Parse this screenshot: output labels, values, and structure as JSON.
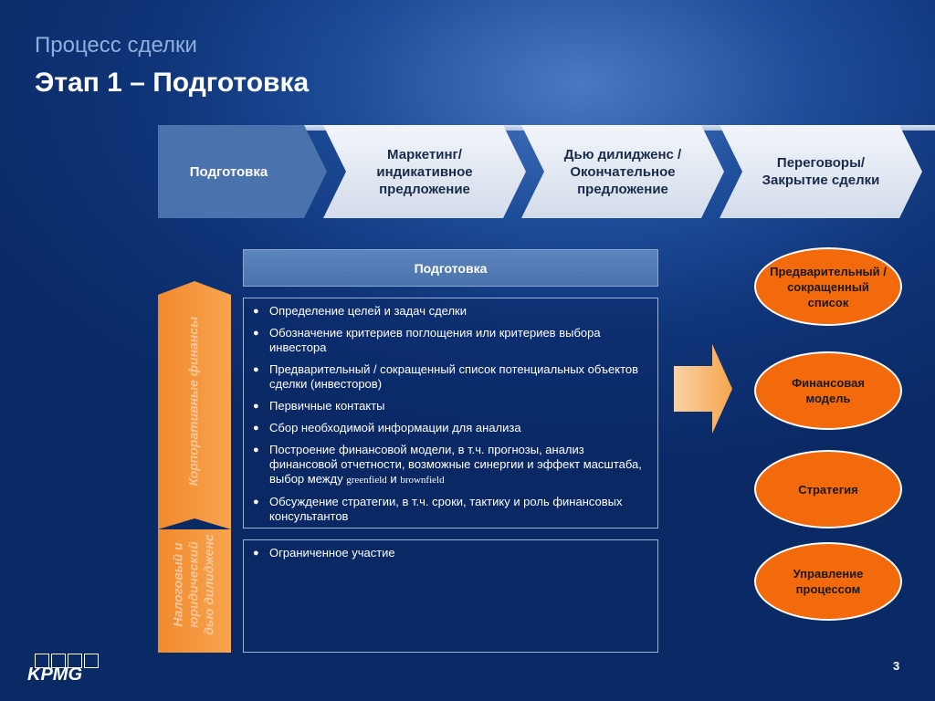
{
  "header": {
    "subtitle": "Процесс сделки",
    "title": "Этап 1 – Подготовка"
  },
  "process_steps": [
    {
      "lines": [
        "Подготовка"
      ]
    },
    {
      "lines": [
        "Маркетинг/",
        "индикативное",
        "предложение"
      ]
    },
    {
      "lines": [
        "Дью дилидженс /",
        "Окончательное",
        "предложение"
      ]
    },
    {
      "lines": [
        "Переговоры/",
        "Закрытие сделки"
      ]
    }
  ],
  "panel": {
    "header": "Подготовка",
    "corporate_label": "Корпоративные финансы",
    "tax_label": [
      "Налоговый и",
      "юридический",
      "дью дилидженс"
    ],
    "corporate_items": [
      "Определение целей и задач сделки",
      "Обозначение критериев поглощения или критериев выбора инвестора",
      "Предварительный / сокращенный список потенциальных объектов сделки (инвесторов)",
      "Первичные контакты",
      "Сбор необходимой информации для анализа",
      "Обсуждение стратегии, в т.ч. сроки, тактику и роль финансовых консультантов"
    ],
    "fin_model_item": {
      "text": "Построение финансовой модели, в т.ч. прогнозы, анализ финансовой отчетности, возможные синергии и эффект масштаба, выбор между",
      "term1": "greenfield",
      "conj": "и",
      "term2": "brownfield"
    },
    "tax_items": [
      "Ограниченное участие"
    ]
  },
  "outputs": [
    {
      "lines": [
        "Предварительный /",
        "сокращенный",
        "список"
      ]
    },
    {
      "lines": [
        "Финансовая",
        "модель"
      ]
    },
    {
      "lines": [
        "Стратегия"
      ]
    },
    {
      "lines": [
        "Управление",
        "процессом"
      ]
    }
  ],
  "footer": {
    "logo": "KPMG",
    "page_number": "3"
  },
  "colors": {
    "background": "#0f3478",
    "active_step": "#4a72ac",
    "orange": "#f26a0c",
    "band": "#f28a2c"
  }
}
